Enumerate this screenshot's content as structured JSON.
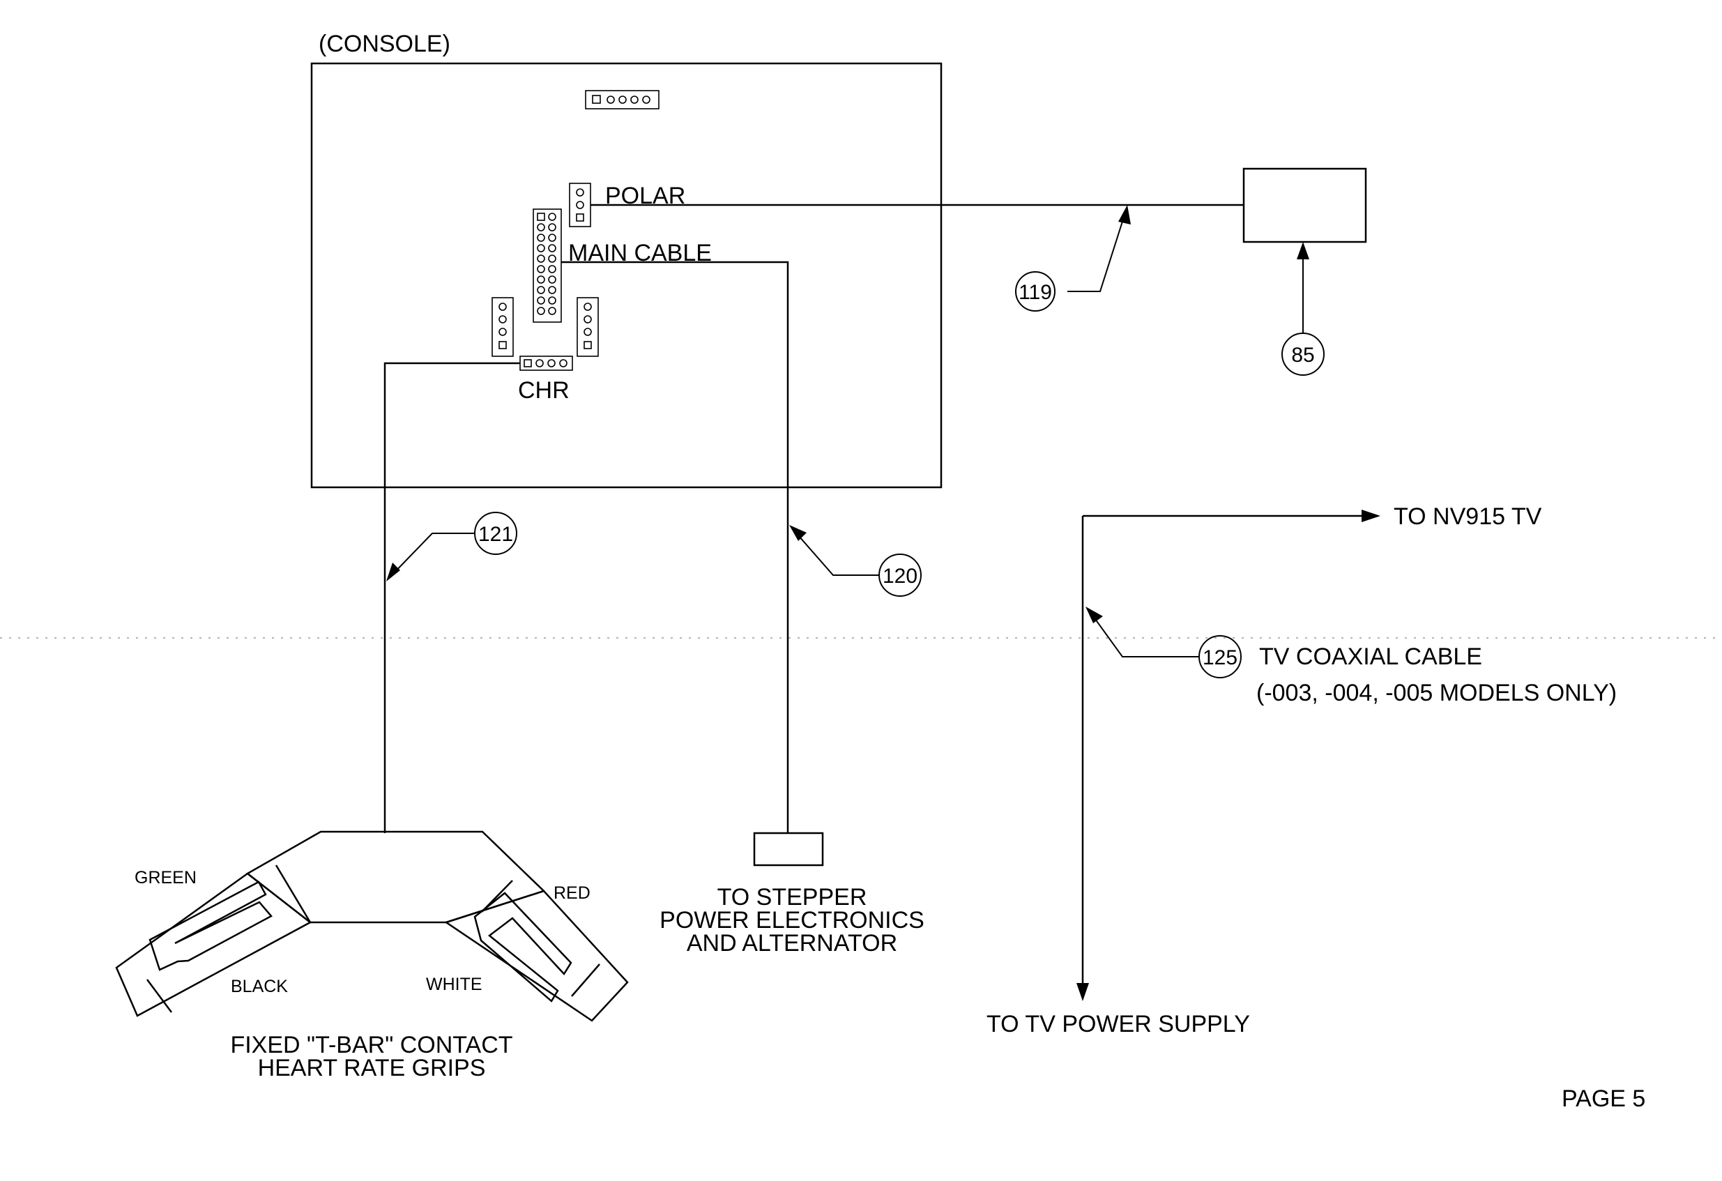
{
  "labels": {
    "console": "(CONSOLE)",
    "polar": "POLAR",
    "main_cable": "MAIN CABLE",
    "chr": "CHR",
    "to_nv915_tv": "TO NV915 TV",
    "tv_coaxial_cable": "TV COAXIAL CABLE",
    "models_only": "(-003, -004, -005 MODELS ONLY)",
    "green": "GREEN",
    "red": "RED",
    "black": "BLACK",
    "white": "WHITE",
    "grips_line1": "FIXED \"T-BAR\" CONTACT",
    "grips_line2": "HEART RATE GRIPS",
    "stepper_line1": "TO STEPPER",
    "stepper_line2": "POWER ELECTRONICS",
    "stepper_line3": "AND ALTERNATOR",
    "tv_power_supply": "TO TV POWER SUPPLY",
    "page": "PAGE 5"
  },
  "callouts": {
    "c119": "119",
    "c85": "85",
    "c121": "121",
    "c120": "120",
    "c125": "125"
  }
}
